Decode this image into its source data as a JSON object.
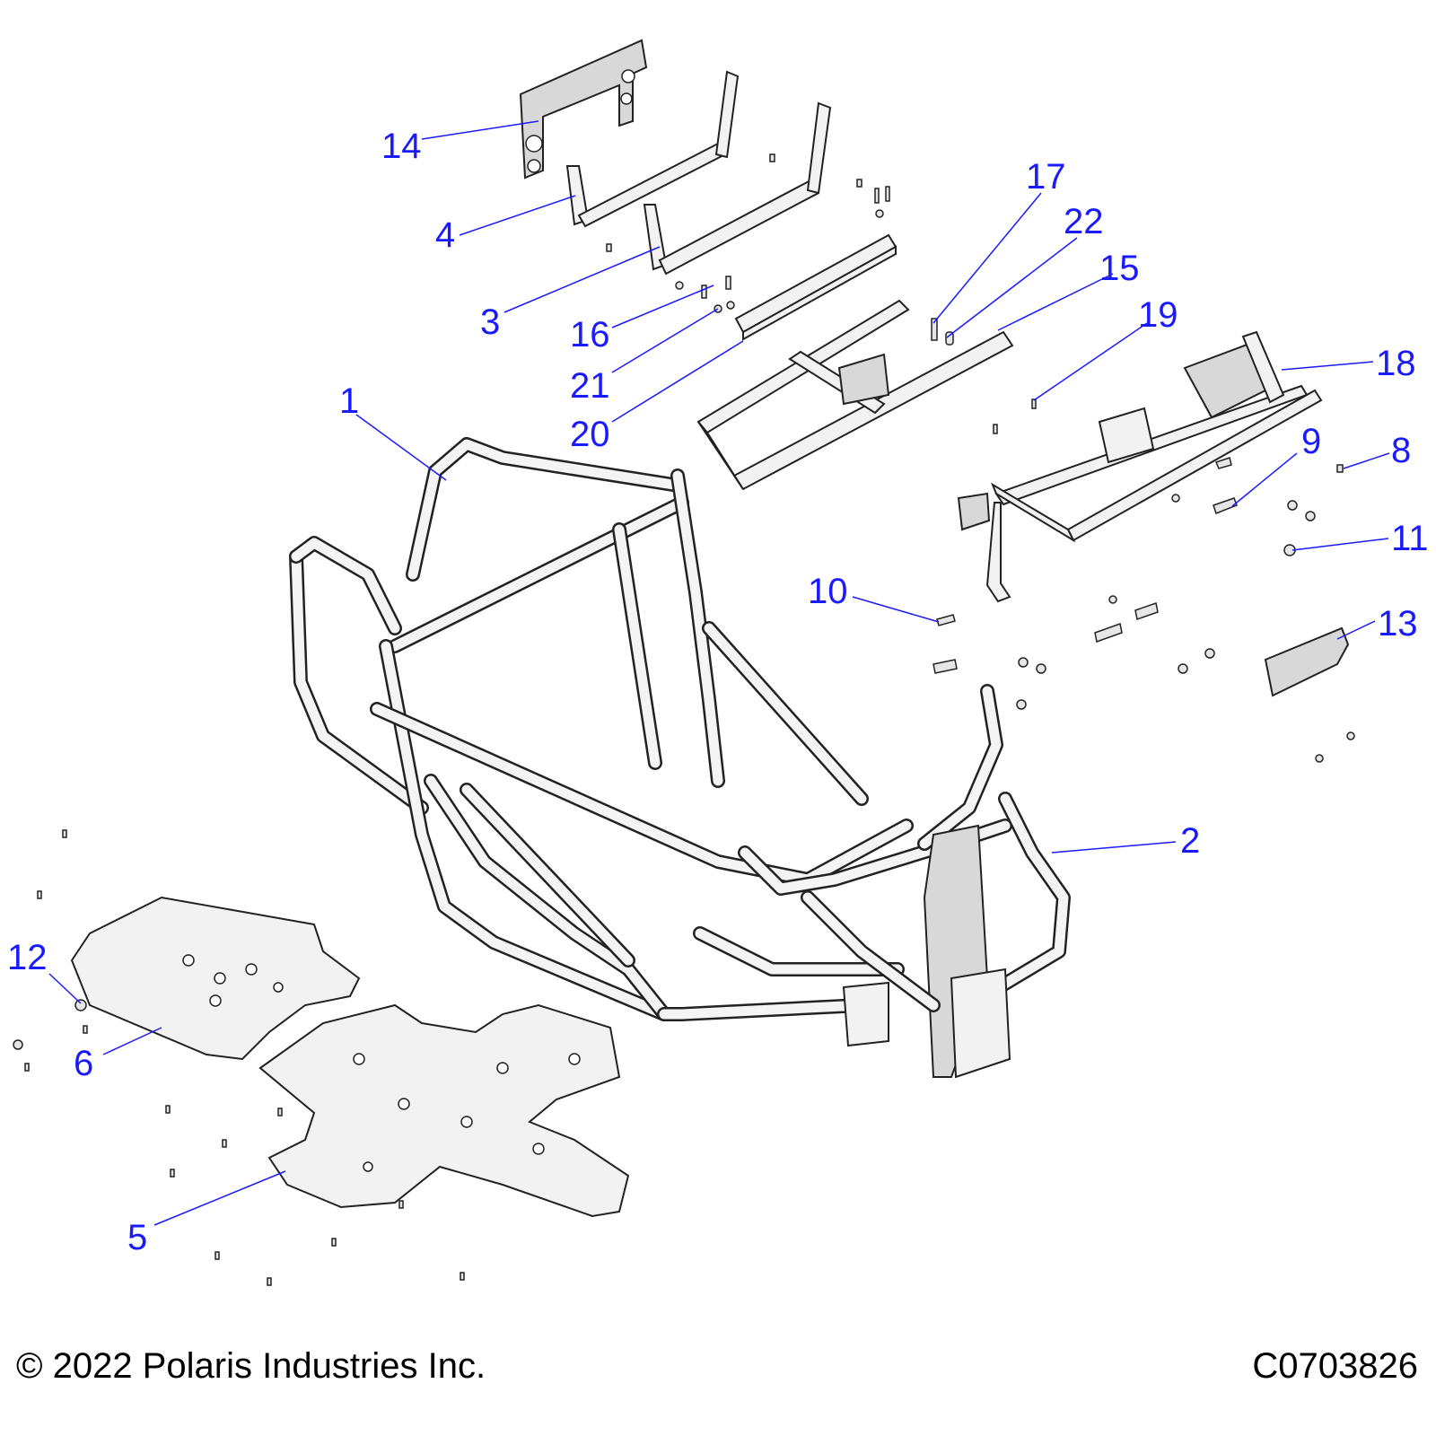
{
  "footer": {
    "copyright": "© 2022 Polaris Industries Inc.",
    "diagram_id": "C0703826"
  },
  "colors": {
    "callout": "#1a1aff",
    "line_art": "#222222",
    "part_fill": "#f2f2f2"
  },
  "callouts": [
    {
      "id": "1",
      "label": "1"
    },
    {
      "id": "2",
      "label": "2"
    },
    {
      "id": "3",
      "label": "3"
    },
    {
      "id": "4",
      "label": "4"
    },
    {
      "id": "5",
      "label": "5"
    },
    {
      "id": "6",
      "label": "6"
    },
    {
      "id": "8",
      "label": "8"
    },
    {
      "id": "9",
      "label": "9"
    },
    {
      "id": "10",
      "label": "10"
    },
    {
      "id": "11",
      "label": "11"
    },
    {
      "id": "12",
      "label": "12"
    },
    {
      "id": "13",
      "label": "13"
    },
    {
      "id": "14",
      "label": "14"
    },
    {
      "id": "15",
      "label": "15"
    },
    {
      "id": "16",
      "label": "16"
    },
    {
      "id": "17",
      "label": "17"
    },
    {
      "id": "18",
      "label": "18"
    },
    {
      "id": "19",
      "label": "19"
    },
    {
      "id": "20",
      "label": "20"
    },
    {
      "id": "21",
      "label": "21"
    },
    {
      "id": "22",
      "label": "22"
    }
  ]
}
